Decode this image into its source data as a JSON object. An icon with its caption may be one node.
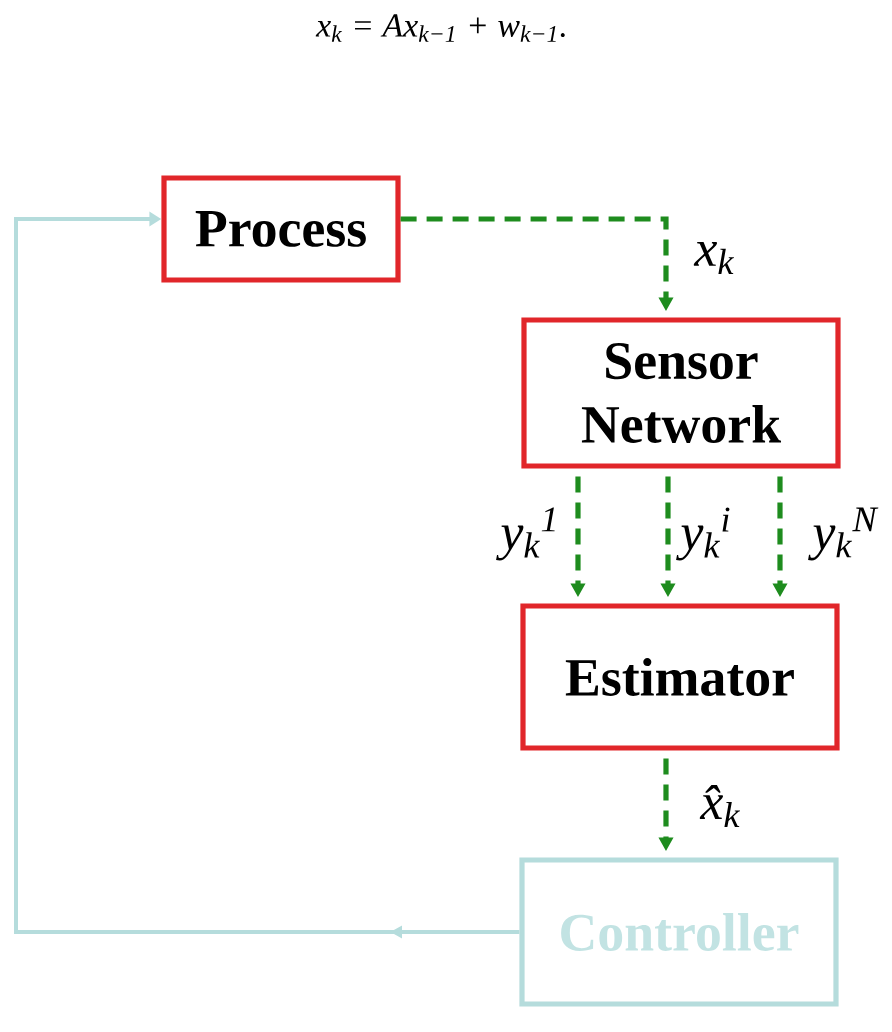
{
  "diagram": {
    "nodes": [
      {
        "text": [
          "Process"
        ]
      },
      {
        "text": [
          "Sensor Network"
        ]
      },
      {
        "text": [
          "Estimator"
        ]
      },
      {
        "text": [
          "Controller"
        ]
      }
    ],
    "edges": [
      {
        "from": 0,
        "to": 1,
        "arrow": "to",
        "style": "dashed",
        "label": "x$_{k}$"
      },
      {
        "from": 1,
        "to": 2,
        "arrow": "to",
        "style": "dashed",
        "label": "y$_{k}$$^{1}$"
      },
      {
        "from": 1,
        "to": 2,
        "arrow": "to",
        "style": "dashed",
        "label": "y$_{k}$$^{i}$"
      },
      {
        "from": 1,
        "to": 2,
        "arrow": "to",
        "style": "dashed",
        "label": "y$_{k}$$^{N}$"
      },
      {
        "from": 2,
        "to": 3,
        "arrow": "to",
        "style": "dashed",
        "label": "x̂$_{k}$"
      },
      {
        "from": 3,
        "to": 0,
        "arrow": "to",
        "color": "#b5dcdc"
      }
    ],
    "labels": [
      "x$_{k}$ = Ax$_{k−1}$ + w$_{k−1}$."
    ]
  }
}
